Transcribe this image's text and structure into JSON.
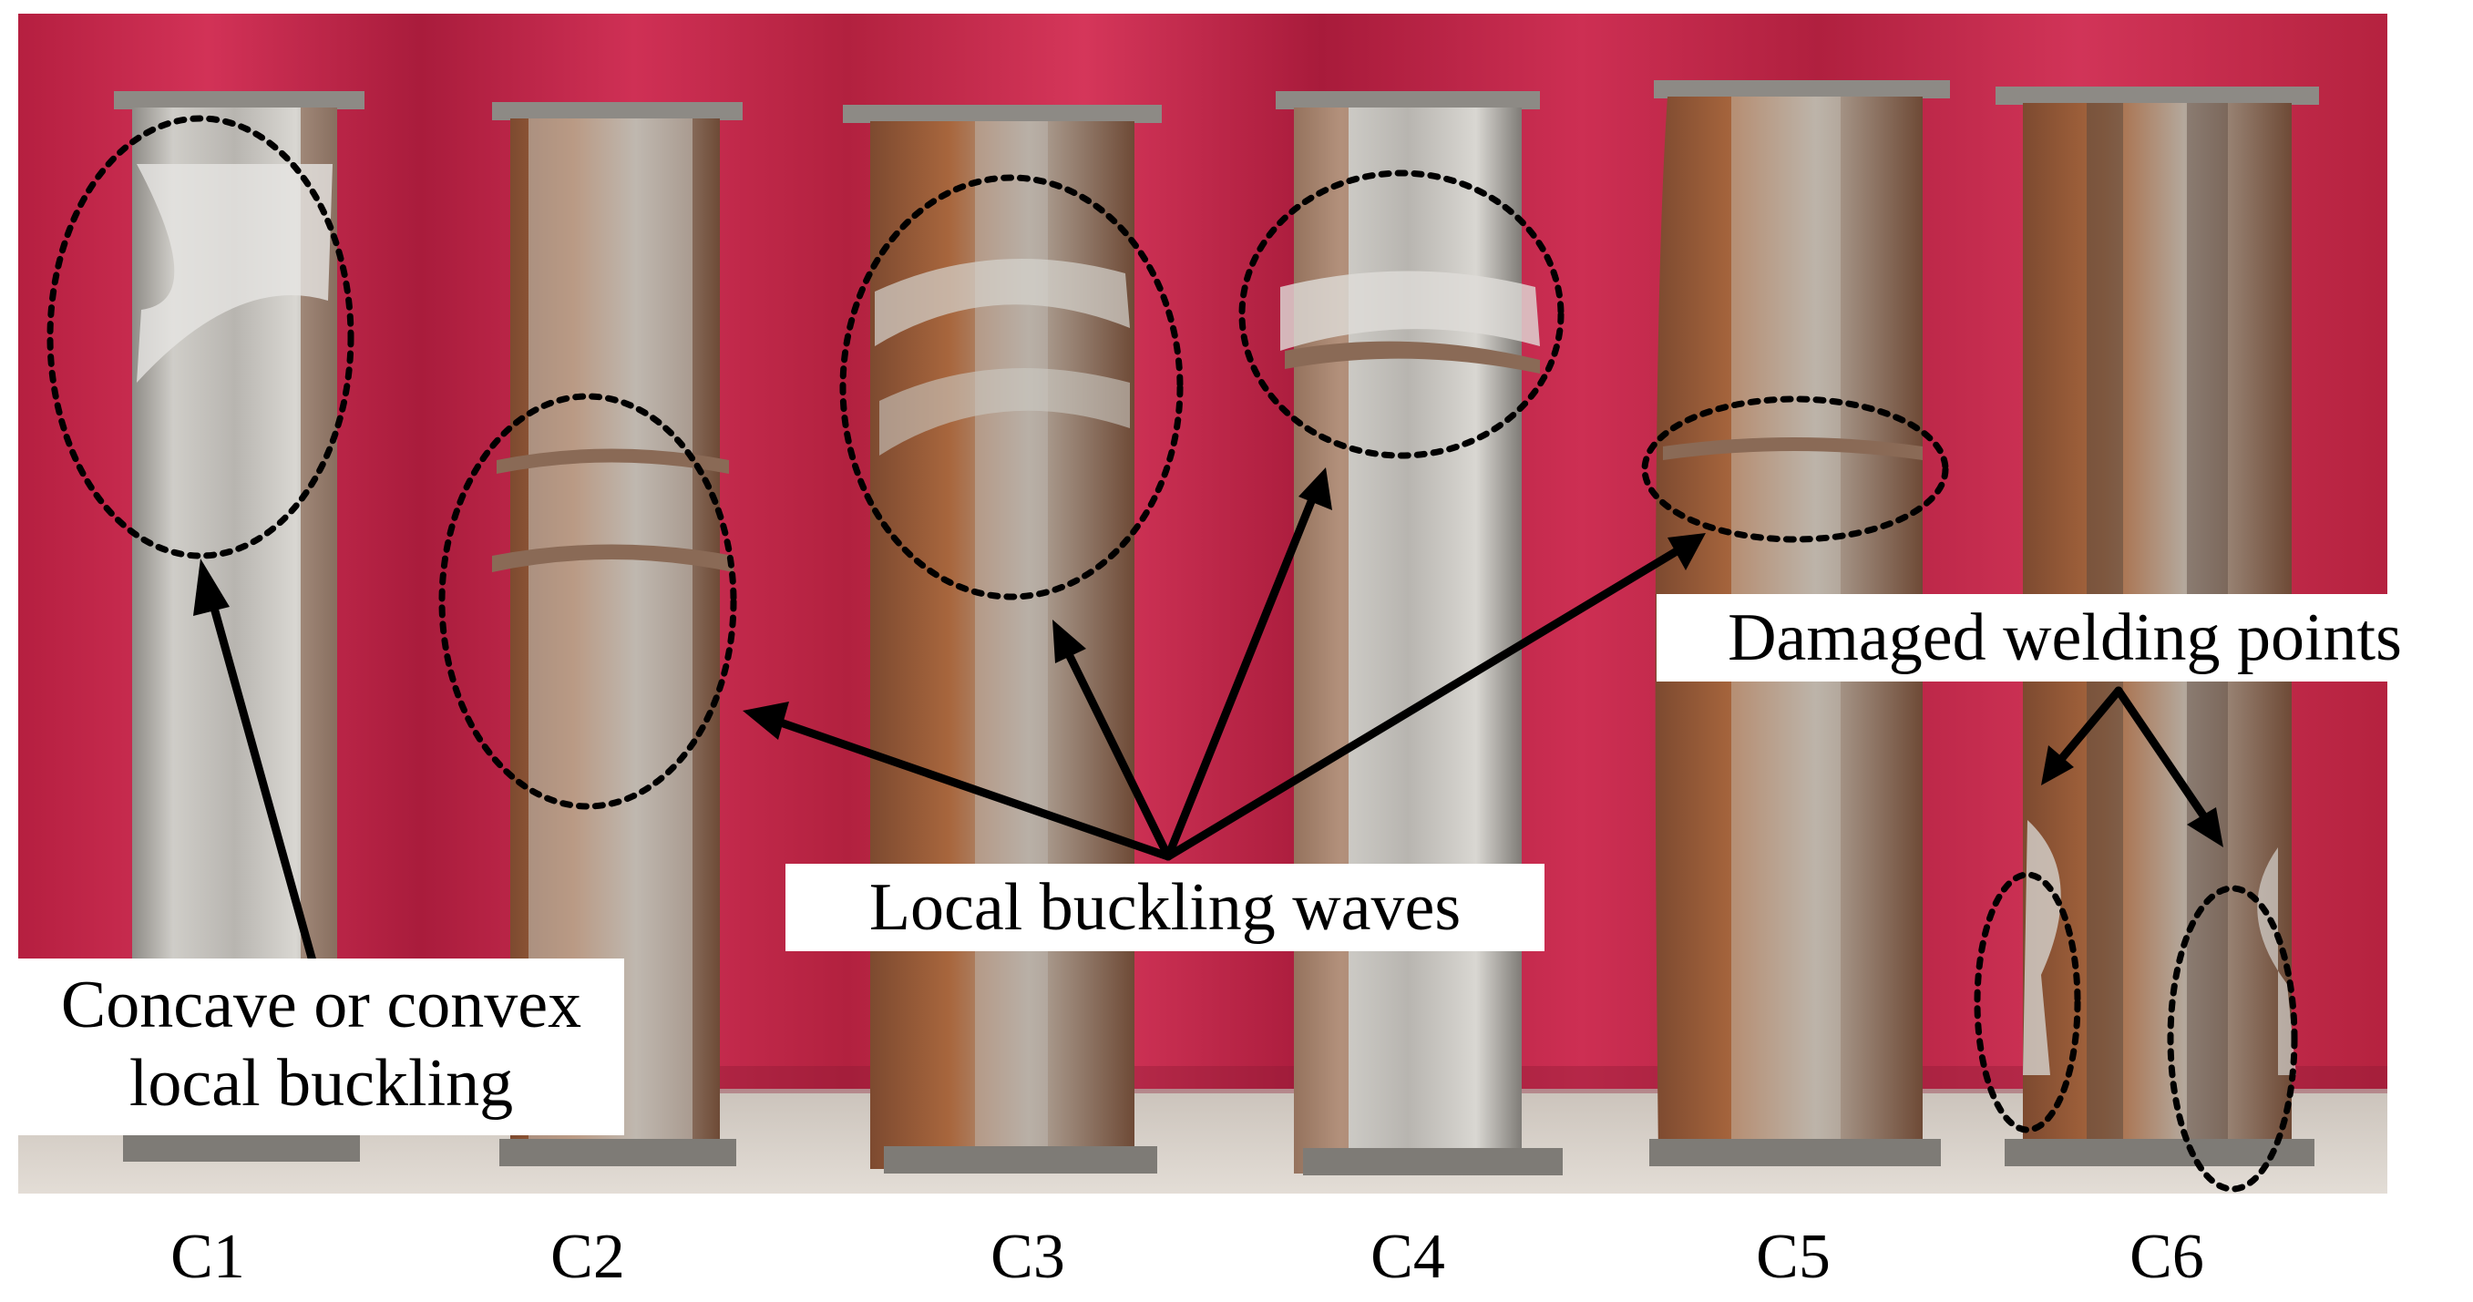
{
  "annotations": {
    "concave_convex": [
      "Concave or convex",
      "local buckling"
    ],
    "local_buckling": "Local buckling waves",
    "welding": "Damaged welding points"
  },
  "columns": [
    "C1",
    "C2",
    "C3",
    "C4",
    "C5",
    "C6"
  ],
  "colors": {
    "backdrop": "#c4274a",
    "backdrop_dark": "#9a1836",
    "floor": "#d8d2cb",
    "steel": "#b9b7b3",
    "rust": "#9c5a34",
    "marker": "#000000"
  }
}
